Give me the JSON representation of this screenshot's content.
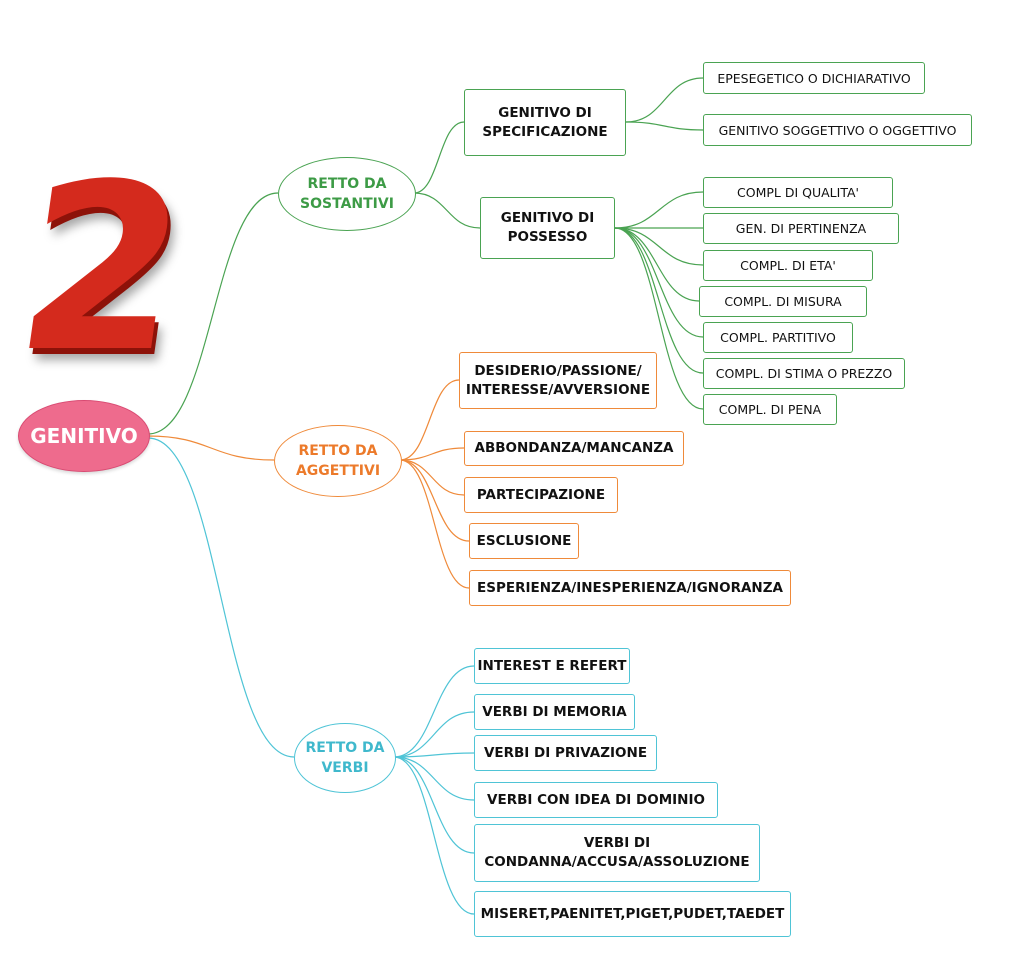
{
  "root": "GENITIVO",
  "number_graphic": "2",
  "colors": {
    "green": "#4aa352",
    "orange": "#ef8a3a",
    "blue": "#4fc4d6",
    "root": "#ee6b8d",
    "number": "#d42a1d"
  },
  "branches": {
    "sostantivi": {
      "label": "RETTO DA SOSTANTIVI",
      "specificazione": {
        "label": "GENITIVO DI SPECIFICAZIONE",
        "items": [
          "EPESEGETICO O DICHIARATIVO",
          "GENITIVO SOGGETTIVO O OGGETTIVO"
        ]
      },
      "possesso": {
        "label": "GENITIVO DI POSSESSO",
        "items": [
          "COMPL DI QUALITA'",
          "GEN. DI PERTINENZA",
          "COMPL. DI ETA'",
          "COMPL. DI MISURA",
          "COMPL. PARTITIVO",
          "COMPL. DI STIMA O PREZZO",
          "COMPL. DI PENA"
        ]
      }
    },
    "aggettivi": {
      "label": "RETTO DA AGGETTIVI",
      "items": [
        "DESIDERIO/PASSIONE/ INTERESSE/AVVERSIONE",
        "ABBONDANZA/MANCANZA",
        "PARTECIPAZIONE",
        "ESCLUSIONE",
        "ESPERIENZA/INESPERIENZA/IGNORANZA"
      ]
    },
    "verbi": {
      "label": "RETTO DA VERBI",
      "items": [
        "INTEREST E REFERT",
        "VERBI DI MEMORIA",
        "VERBI DI PRIVAZIONE",
        "VERBI CON IDEA DI DOMINIO",
        "VERBI DI CONDANNA/ACCUSA/ASSOLUZIONE",
        "MISERET,PAENITET,PIGET,PUDET,TAEDET"
      ]
    }
  }
}
